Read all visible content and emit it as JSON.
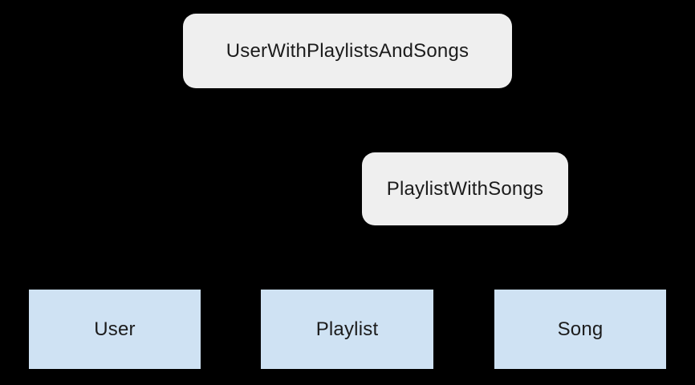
{
  "diagram": {
    "nodes": {
      "userWithPlaylistsAndSongs": {
        "label": "UserWithPlaylistsAndSongs",
        "shape": "rounded-rectangle"
      },
      "playlistWithSongs": {
        "label": "PlaylistWithSongs",
        "shape": "rounded-rectangle"
      },
      "user": {
        "label": "User",
        "shape": "rectangle"
      },
      "playlist": {
        "label": "Playlist",
        "shape": "rectangle"
      },
      "song": {
        "label": "Song",
        "shape": "rectangle"
      }
    },
    "colors": {
      "background": "#000000",
      "rounded_box_fill": "#efefef",
      "rectangle_box_fill": "#cfe2f3",
      "label_text": "#1c1c1c"
    }
  }
}
